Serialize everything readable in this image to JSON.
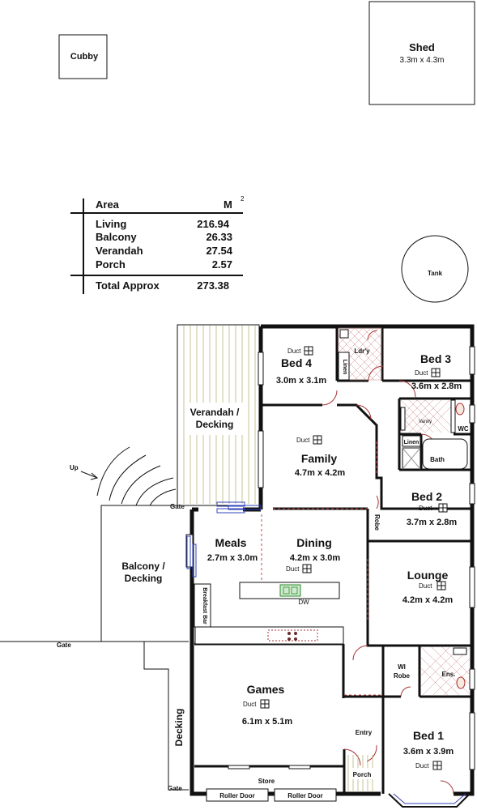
{
  "outbuildings": {
    "cubby": "Cubby",
    "shed": {
      "name": "Shed",
      "dim": "3.3m x 4.3m"
    },
    "tank": "Tank"
  },
  "area_table": {
    "header_label": "Area",
    "header_unit": "M",
    "header_sup": "2",
    "rows": [
      {
        "label": "Living",
        "value": "216.94"
      },
      {
        "label": "Balcony",
        "value": "26.33"
      },
      {
        "label": "Verandah",
        "value": "27.54"
      },
      {
        "label": "Porch",
        "value": "2.57"
      }
    ],
    "total": {
      "label": "Total Approx",
      "value": "273.38"
    }
  },
  "rooms": {
    "bed4": {
      "name": "Bed 4",
      "dim": "3.0m x 3.1m"
    },
    "laundry": "Ldr'y",
    "linen1": "Linen",
    "bed3": {
      "name": "Bed 3",
      "dim": "3.6m x 2.8m"
    },
    "vanity": "Vanity",
    "wc": "WC",
    "linen2": "Linen",
    "bath": "Bath",
    "verandah": {
      "line1": "Verandah /",
      "line2": "Decking"
    },
    "family": {
      "name": "Family",
      "dim": "4.7m x 4.2m"
    },
    "bed2": {
      "name": "Bed 2",
      "dim": "3.7m x 2.8m"
    },
    "robe": "Robe",
    "meals": {
      "name": "Meals",
      "dim": "2.7m x 3.0m"
    },
    "dining": {
      "name": "Dining",
      "dim": "4.2m x 3.0m"
    },
    "lounge": {
      "name": "Lounge",
      "dim": "4.2m x 4.2m"
    },
    "balcony": {
      "line1": "Balcony /",
      "line2": "Decking"
    },
    "breakfast_bar": "Breakfast Bar",
    "dw": "DW",
    "wi_robe": {
      "line1": "WI",
      "line2": "Robe"
    },
    "ens": "Ens.",
    "games": {
      "name": "Games",
      "dim": "6.1m x 5.1m"
    },
    "decking": "Decking",
    "entry": "Entry",
    "porch": "Porch",
    "bed1": {
      "name": "Bed 1",
      "dim": "3.6m x 3.9m"
    },
    "store": "Store",
    "roller_door_1": "Roller Door",
    "roller_door_2": "Roller Door"
  },
  "labels": {
    "duct": "Duct",
    "up": "Up",
    "gate": "Gate"
  }
}
